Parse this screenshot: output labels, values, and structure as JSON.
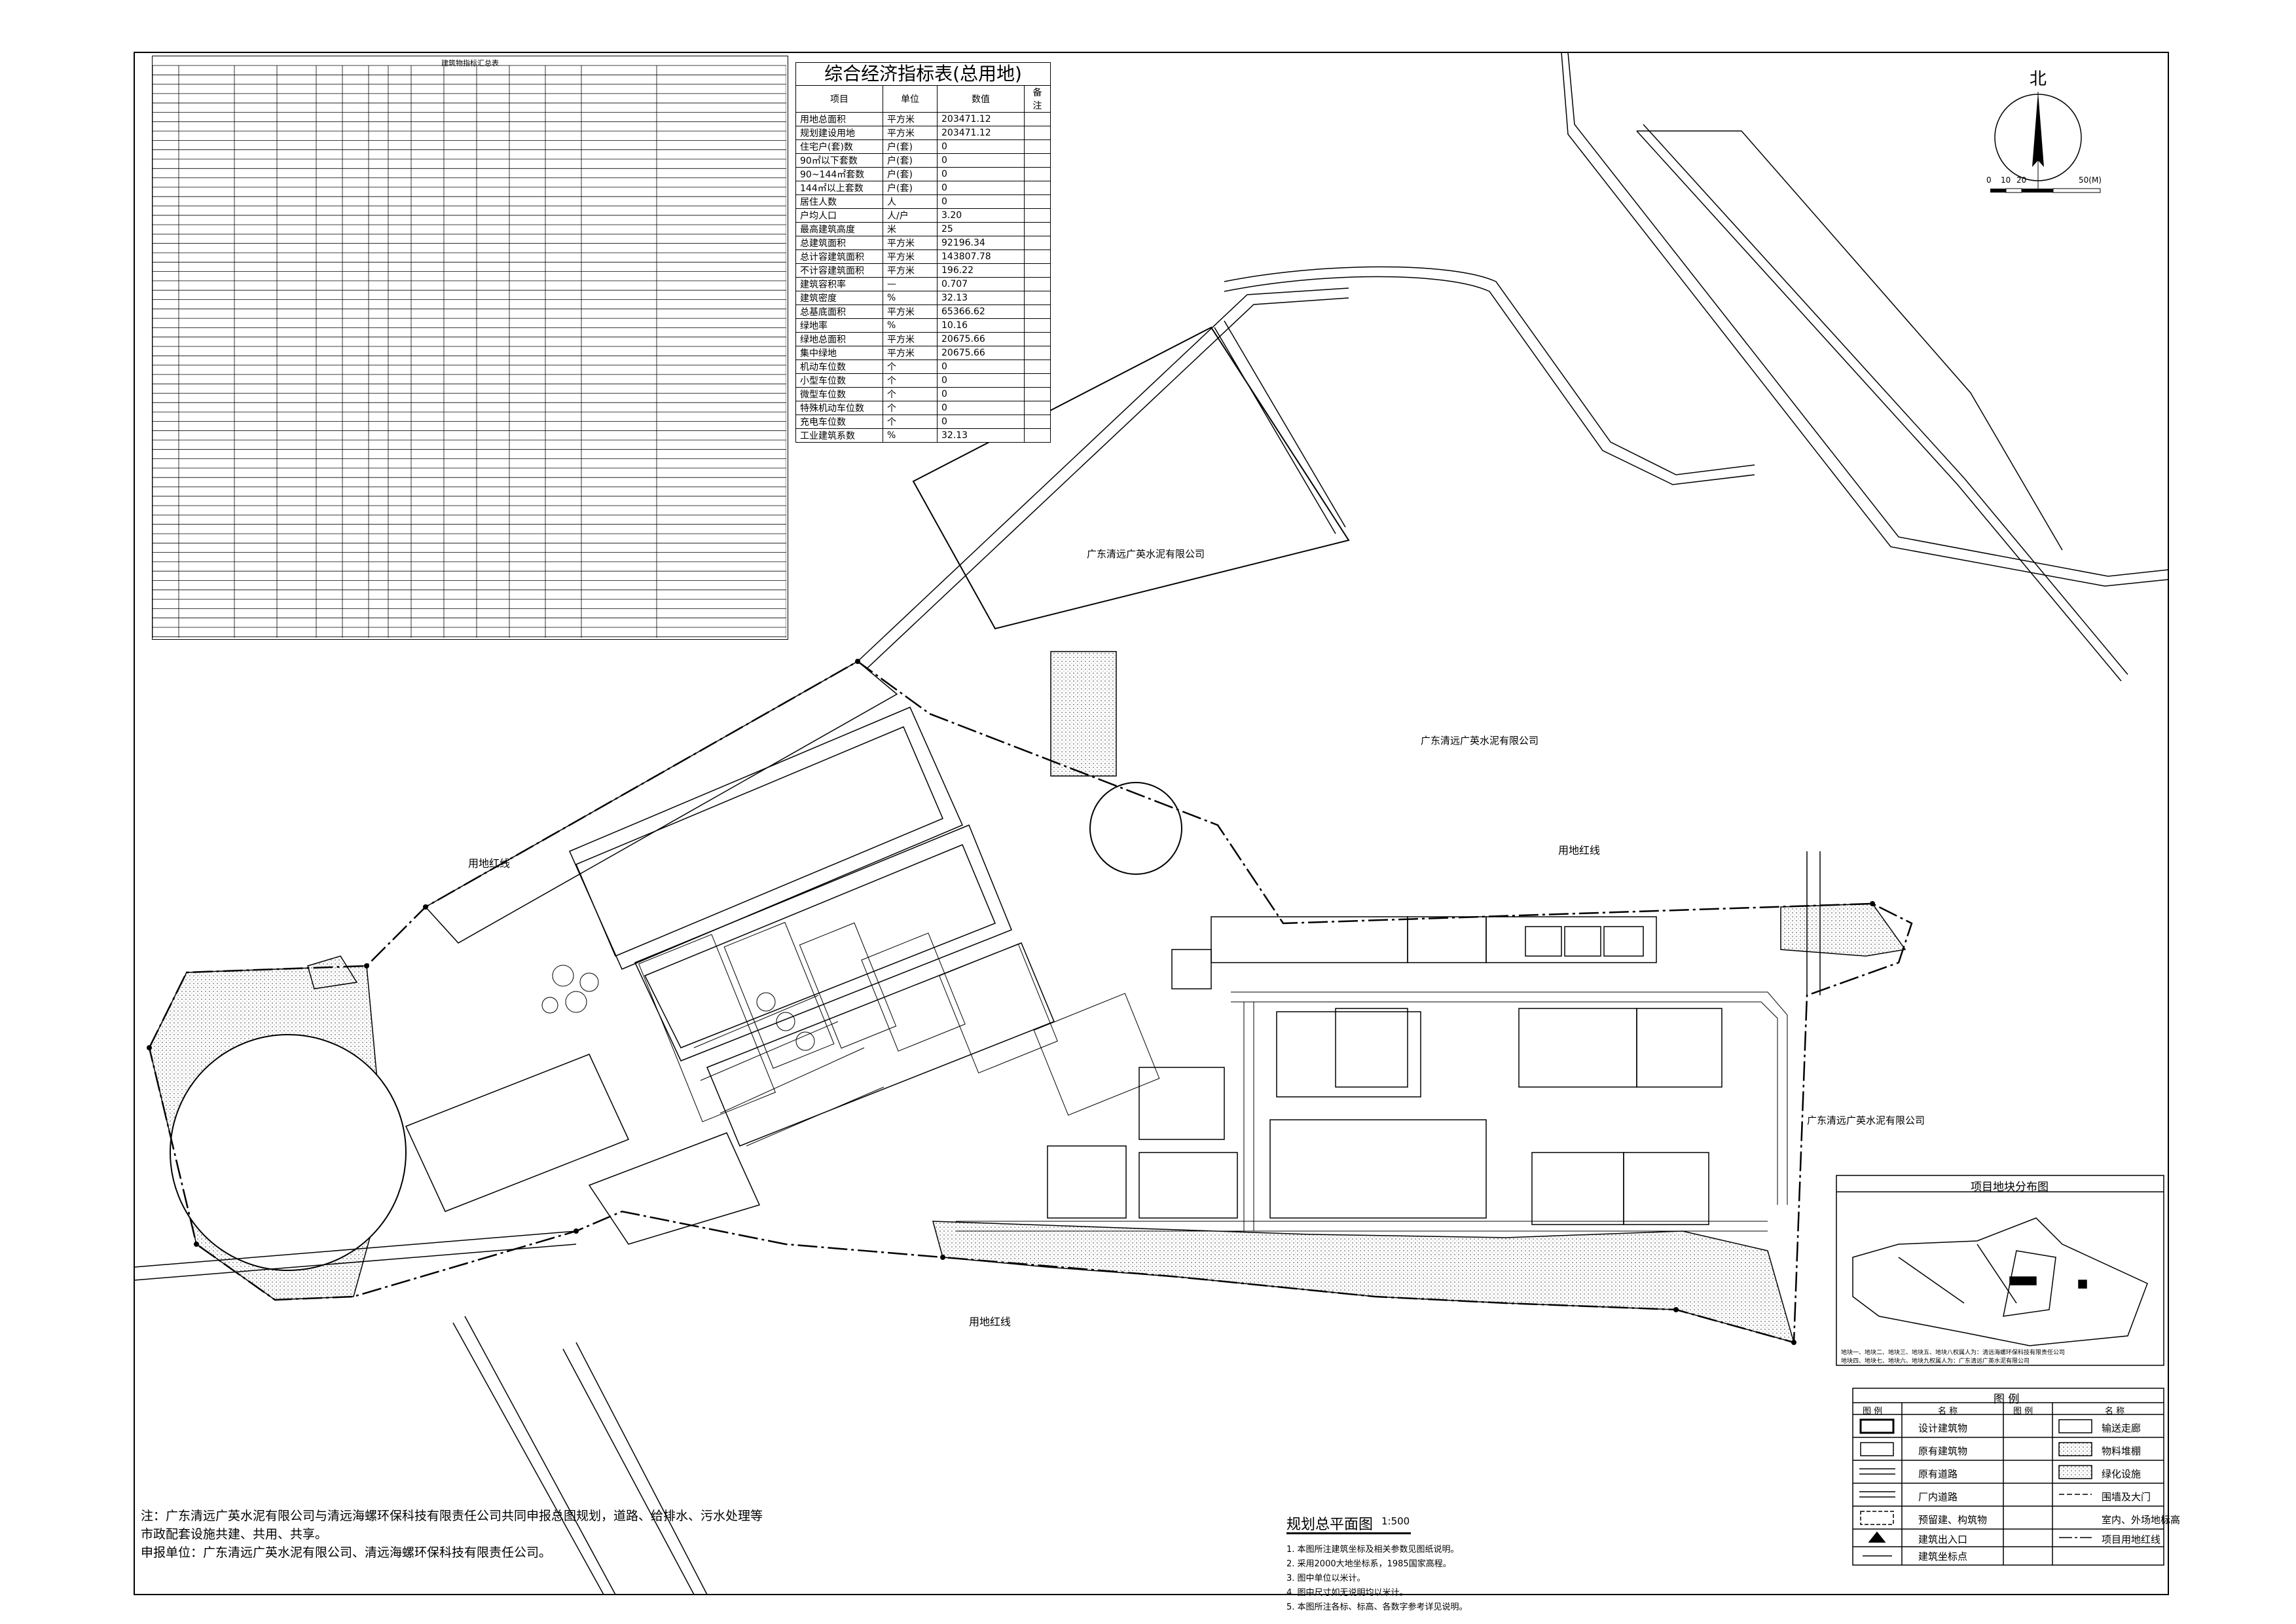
{
  "econ_table": {
    "title": "综合经济指标表(总用地)",
    "headers": [
      "项目",
      "单位",
      "数值",
      "备注"
    ],
    "rows": [
      [
        "用地总面积",
        "平方米",
        "203471.12",
        ""
      ],
      [
        "规划建设用地",
        "平方米",
        "203471.12",
        ""
      ],
      [
        "住宅户(套)数",
        "户(套)",
        "0",
        ""
      ],
      [
        "90㎡以下套数",
        "户(套)",
        "0",
        ""
      ],
      [
        "90~144㎡套数",
        "户(套)",
        "0",
        ""
      ],
      [
        "144㎡以上套数",
        "户(套)",
        "0",
        ""
      ],
      [
        "居住人数",
        "人",
        "0",
        ""
      ],
      [
        "户均人口",
        "人/户",
        "3.20",
        ""
      ],
      [
        "最高建筑高度",
        "米",
        "25",
        ""
      ],
      [
        "总建筑面积",
        "平方米",
        "92196.34",
        ""
      ],
      [
        "总计容建筑面积",
        "平方米",
        "143807.78",
        ""
      ],
      [
        "不计容建筑面积",
        "平方米",
        "196.22",
        ""
      ],
      [
        "建筑容积率",
        "—",
        "0.707",
        ""
      ],
      [
        "建筑密度",
        "%",
        "32.13",
        ""
      ],
      [
        "总基底面积",
        "平方米",
        "65366.62",
        ""
      ],
      [
        "绿地率",
        "%",
        "10.16",
        ""
      ],
      [
        "绿地总面积",
        "平方米",
        "20675.66",
        ""
      ],
      [
        "集中绿地",
        "平方米",
        "20675.66",
        ""
      ],
      [
        "机动车位数",
        "个",
        "0",
        ""
      ],
      [
        "小型车位数",
        "个",
        "0",
        ""
      ],
      [
        "微型车位数",
        "个",
        "0",
        ""
      ],
      [
        "特殊机动车位数",
        "个",
        "0",
        ""
      ],
      [
        "充电车位数",
        "个",
        "0",
        ""
      ],
      [
        "工业建筑系数",
        "%",
        "32.13",
        ""
      ]
    ]
  },
  "building_table": {
    "title": "建筑物指标汇总表"
  },
  "north": {
    "label": "北",
    "scale_ticks": [
      "0",
      "10",
      "20",
      "50(M)"
    ]
  },
  "site_labels": {
    "neighbor_north": "广东清远广英水泥有限公司",
    "neighbor_center": "广东清远广英水泥有限公司",
    "neighbor_east": "广东清远广英水泥有限公司",
    "red_line_1": "用地红线",
    "red_line_2": "用地红线",
    "red_line_3": "用地红线"
  },
  "location_map": {
    "title": "项目地块分布图",
    "caption_1": "地块一、地块二、地块三、地块五、地块八权属人为：清远海螺环保科技有限责任公司",
    "caption_2": "地块四、地块七、地块六、地块九权属人为：广东清远广英水泥有限公司"
  },
  "legend": {
    "title": "图  例",
    "col_headers": [
      "图 例",
      "名 称",
      "图 例",
      "名 称"
    ],
    "items_left": [
      "设计建筑物",
      "原有建筑物",
      "原有道路",
      "厂内道路",
      "预留建、构筑物",
      "建筑出入口",
      "建筑坐标点"
    ],
    "items_right": [
      "输送走廊",
      "物料堆棚",
      "绿化设施",
      "围墙及大门",
      "室内、外场地标高",
      "项目用地红线"
    ]
  },
  "plan_title": {
    "title": "规划总平面图",
    "scale": "1:500",
    "notes": [
      "1. 本图所注建筑坐标及相关参数见图纸说明。",
      "2. 采用2000大地坐标系，1985国家高程。",
      "3. 图中单位以米计。",
      "4. 图中尺寸如无说明均以米计。",
      "5. 本图所注各标、标高、各数字参考详见说明。"
    ]
  },
  "footnote": {
    "line_1": "注：广东清远广英水泥有限公司与清远海螺环保科技有限责任公司共同申报总图规划，道路、给排水、污水处理等",
    "line_2": "市政配套设施共建、共用、共享。",
    "line_3": "申报单位：广东清远广英水泥有限公司、清远海螺环保科技有限责任公司。"
  },
  "colors": {
    "line": "#000000",
    "hatch": "#7a7a7a",
    "sheet": "#ffffff"
  }
}
